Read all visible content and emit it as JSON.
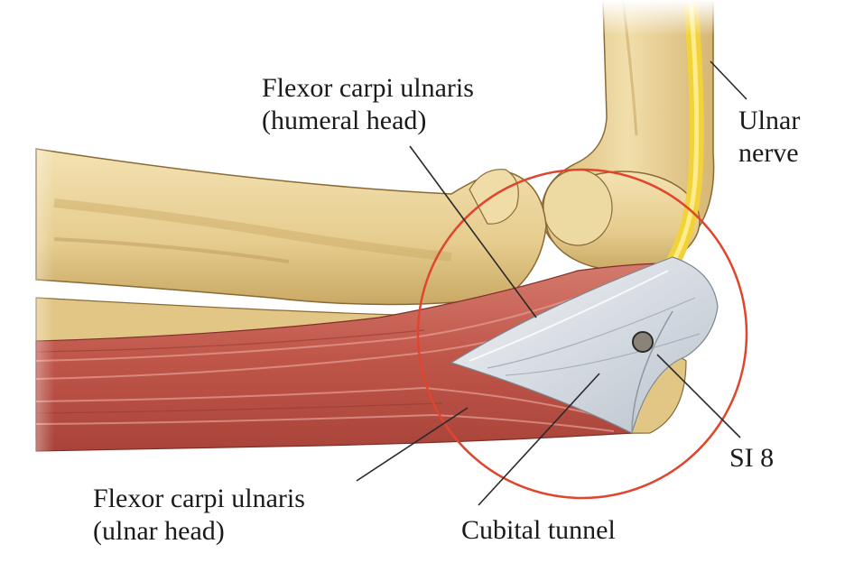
{
  "labels": {
    "fcu_humeral": {
      "line1": "Flexor carpi ulnaris",
      "line2": "(humeral head)"
    },
    "ulnar_nerve": {
      "line1": "Ulnar",
      "line2": "nerve"
    },
    "fcu_ulnar": {
      "line1": "Flexor carpi ulnaris",
      "line2": "(ulnar head)"
    },
    "cubital_tunnel": "Cubital tunnel",
    "si8": "SI 8"
  },
  "colors": {
    "bone": "#e9d29a",
    "bone_shadow": "#c9a964",
    "muscle": "#c0564a",
    "muscle_light": "#d98a7c",
    "ligament": "#dde3ea",
    "nerve": "#f2d23a",
    "circle": "#e0452e",
    "leader": "#2a2a2a"
  }
}
